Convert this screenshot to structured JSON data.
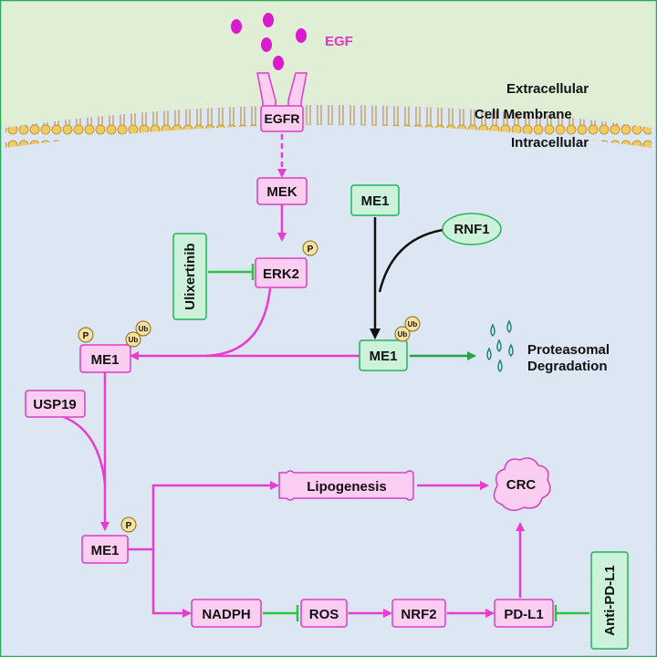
{
  "labels": {
    "egf": "EGF",
    "extracellular": "Extracellular",
    "cell_membrane": "Cell Membrane",
    "intracellular": "Intracellular",
    "egfr": "EGFR",
    "mek": "MEK",
    "erk2": "ERK2",
    "ulixertinib": "Ulixertinib",
    "me1_top": "ME1",
    "rnf1": "RNF1",
    "me1_mid": "ME1",
    "me1_left": "ME1",
    "proteasomal": "Proteasomal",
    "degradation": "Degradation",
    "usp19": "USP19",
    "me1_bottom": "ME1",
    "lipogenesis": "Lipogenesis",
    "crc": "CRC",
    "nadph": "NADPH",
    "ros": "ROS",
    "nrf2": "NRF2",
    "pdl1": "PD-L1",
    "anti_pdl1": "Anti-PD-L1",
    "p": "P",
    "ub": "Ub"
  },
  "colors": {
    "pink_arrow": "#ea3ad0",
    "egf_dot": "#d91bd0",
    "node_fill": "#fbcdf0",
    "node_stroke": "#d93fc4",
    "green_fill": "#ccf2dc",
    "green_stroke": "#22b35a",
    "inhibit": "#2cc43c",
    "extracellular_bg": "#dfeed4",
    "intracellular_bg": "#dde7f4",
    "membrane_head": "#f2cb63",
    "teal_drop": "#2a7f7f"
  }
}
